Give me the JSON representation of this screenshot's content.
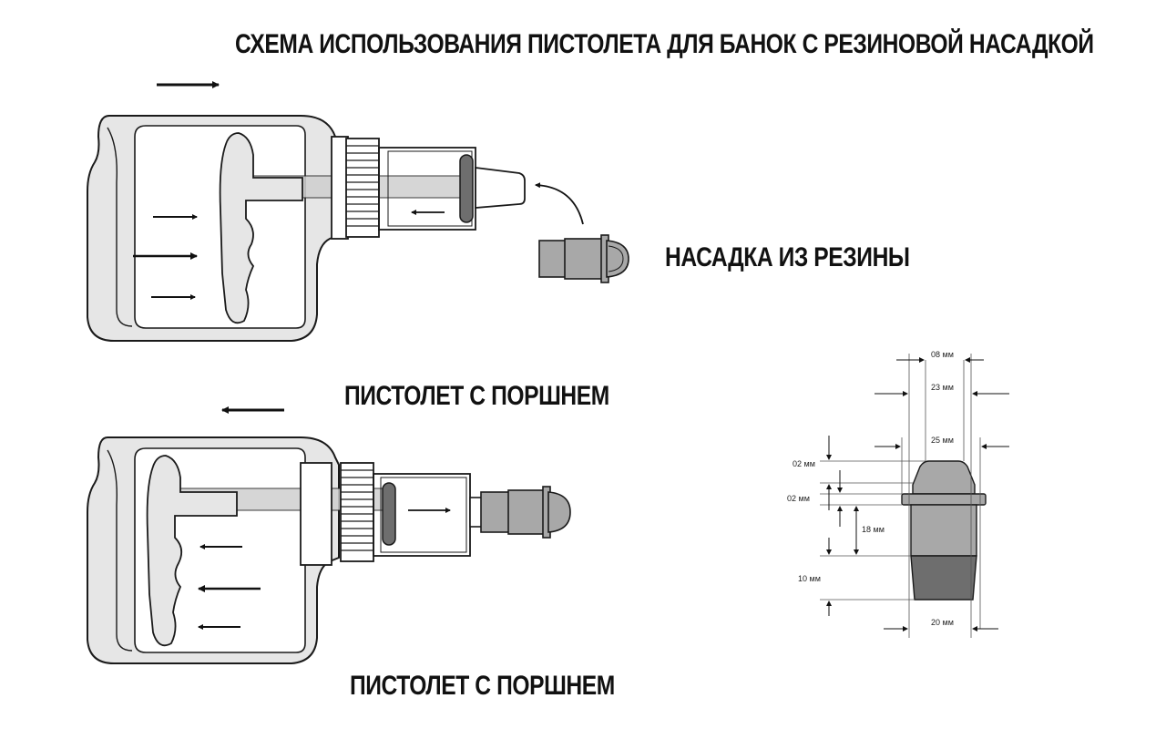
{
  "title": "СХЕМА ИСПОЛЬЗОВАНИЯ ПИСТОЛЕТА ДЛЯ БАНОК С РЕЗИНОВОЙ НАСАДКОЙ",
  "labels": {
    "nozzle": "НАСАДКА ИЗ РЕЗИНЫ",
    "gun_top": "ПИСТОЛЕТ С ПОРШНЕМ",
    "gun_bottom": "ПИСТОЛЕТ С ПОРШНЕМ"
  },
  "dimensions": {
    "d08": "08 мм",
    "d23": "23 мм",
    "d25": "25 мм",
    "d02a": "02 мм",
    "d02b": "02 мм",
    "d18": "18 мм",
    "d10": "10 мм",
    "d20": "20 мм"
  },
  "colors": {
    "body_fill": "#e6e6e6",
    "part_gray": "#a8a8a8",
    "dark_gray": "#6e6e6e",
    "outline": "#1a1a1a"
  }
}
